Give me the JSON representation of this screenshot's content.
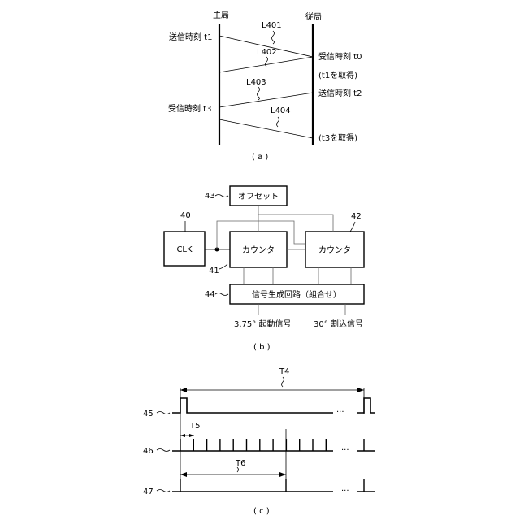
{
  "panel_a": {
    "master_label": "主局",
    "slave_label": "従局",
    "send_t1": "送信時刻 t1",
    "recv_t0": "受信時刻 t0",
    "get_t1": "(t1を取得)",
    "recv_t3": "受信時刻 t3",
    "send_t2": "送信時刻 t2",
    "get_t3": "(t3を取得)",
    "l401": "L401",
    "l402": "L402",
    "l403": "L403",
    "l404": "L404",
    "caption": "( a )"
  },
  "panel_b": {
    "offset_label": "オフセット",
    "offset_ref": "43",
    "clk_label": "CLK",
    "clk_ref": "40",
    "counter1_label": "カウンタ",
    "counter1_ref": "41",
    "counter2_label": "カウンタ",
    "counter2_ref": "42",
    "gen_label": "信号生成回路（組合せ）",
    "gen_ref": "44",
    "out1": "3.75° 起動信号",
    "out2": "30° 割込信号",
    "caption": "( b )"
  },
  "panel_c": {
    "t4": "T4",
    "t5": "T5",
    "t6": "T6",
    "sig45": "45",
    "sig46": "46",
    "sig47": "47",
    "ellipsis": "···",
    "caption": "( c )"
  }
}
